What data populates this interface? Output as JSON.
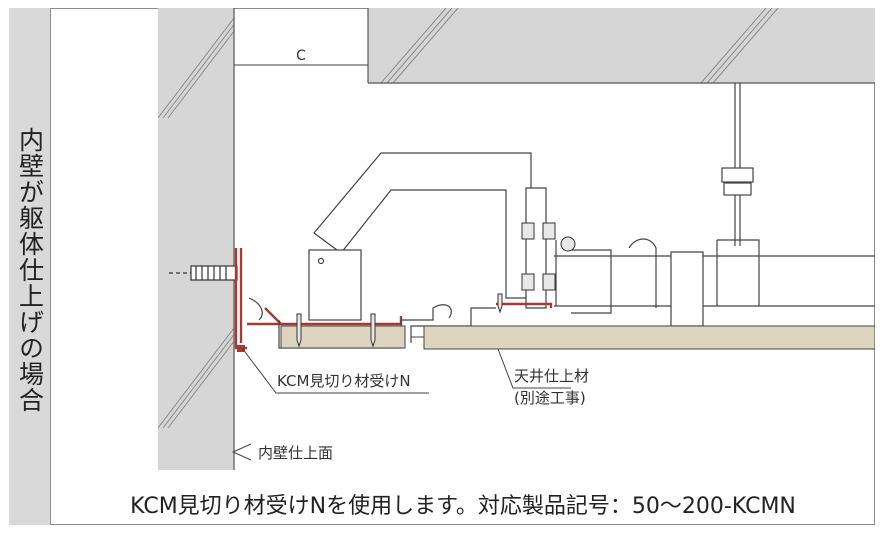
{
  "side_label": "内壁が躯体仕上げの場合",
  "diagram": {
    "dimension_label": "C",
    "labels": {
      "receiver": "KCM見切り材受けN",
      "ceiling_material": "天井仕上材",
      "ceiling_note": "(別途工事)",
      "wall_surface": "内壁仕上面"
    }
  },
  "caption": "KCM見切り材受けNを使用します。対応製品記号：50〜200-KCMN",
  "colors": {
    "concrete": "#d6d6d6",
    "ceiling_board": "#ddd5bf",
    "bracket_red": "#a33a33",
    "side_band": "#d9d9d9"
  }
}
